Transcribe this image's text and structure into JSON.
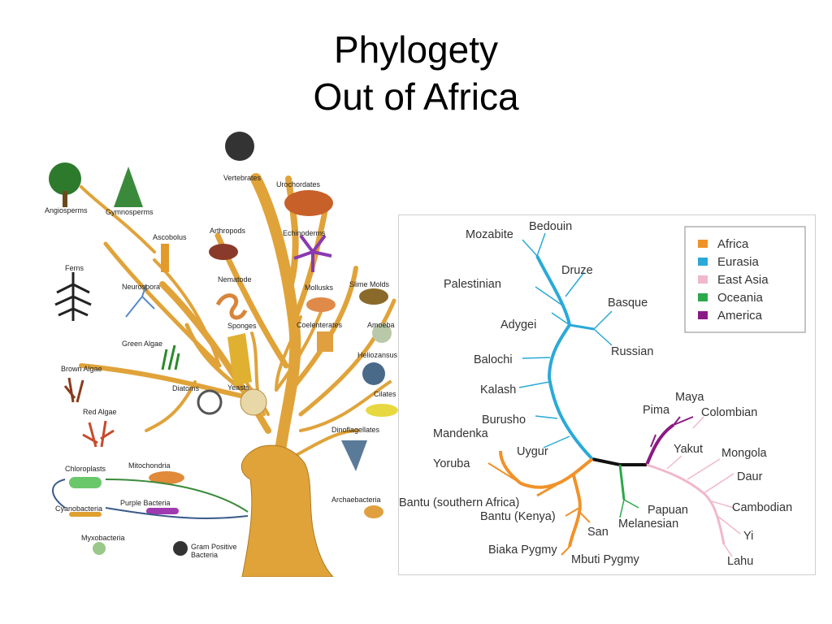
{
  "slide": {
    "title_line1": "Phylogety",
    "title_line2": "Out of Africa"
  },
  "tree_of_life": {
    "labels": {
      "vertebrates": "Vertebrates",
      "urochordates": "Urochordates",
      "angiosperms": "Angiosperms",
      "gymnosperms": "Gymnosperms",
      "ascobolus": "Ascobolus",
      "arthropods": "Arthropods",
      "echinoderms": "Echinoderms",
      "ferns": "Ferns",
      "neurospora": "Neurospora",
      "nematode": "Nematode",
      "mollusks": "Mollusks",
      "slime_molds": "Slime Molds",
      "sponges": "Sponges",
      "coelenterates": "Coelenterates",
      "amoeba": "Amoeba",
      "green_algae": "Green Algae",
      "heliozansus": "Heliozansus",
      "brown_algae": "Brown Algae",
      "diatoms": "Diatoms",
      "yeasts": "Yeasts",
      "cilates": "Cilates",
      "red_algae": "Red Algae",
      "dinoflagellates": "Dinoflagellates",
      "chloroplasts": "Chloroplasts",
      "mitochondria": "Mitochondria",
      "cyanobacteria": "Cyanobacteria",
      "purple_bacteria": "Purple Bacteria",
      "archaebacteria": "Archaebacteria",
      "myxobacteria": "Myxobacteria",
      "gram_positive_1": "Gram Positive",
      "gram_positive_2": "Bacteria"
    },
    "colors": {
      "trunk": "#e0a33a",
      "trunk_edge": "#b07a20"
    }
  },
  "human_phylogeny": {
    "legend": [
      {
        "label": "Africa",
        "color": "#f0922a"
      },
      {
        "label": "Eurasia",
        "color": "#2aa9d8"
      },
      {
        "label": "East Asia",
        "color": "#f0b8cc"
      },
      {
        "label": "Oceania",
        "color": "#2ca84a"
      },
      {
        "label": "America",
        "color": "#8a1a84"
      }
    ],
    "populations": {
      "mozabite": "Mozabite",
      "bedouin": "Bedouin",
      "druze": "Druze",
      "palestinian": "Palestinian",
      "basque": "Basque",
      "adygei": "Adygei",
      "russian": "Russian",
      "balochi": "Balochi",
      "kalash": "Kalash",
      "burusho": "Burusho",
      "mandenka": "Mandenka",
      "uygur": "Uygur",
      "yoruba": "Yoruba",
      "bantu_south": "Bantu (southern Africa)",
      "bantu_kenya": "Bantu (Kenya)",
      "san": "San",
      "biaka": "Biaka Pygmy",
      "mbuti": "Mbuti Pygmy",
      "maya": "Maya",
      "pima": "Pima",
      "colombian": "Colombian",
      "yakut": "Yakut",
      "mongola": "Mongola",
      "daur": "Daur",
      "papuan": "Papuan",
      "melanesian": "Melanesian",
      "cambodian": "Cambodian",
      "yi": "Yi",
      "lahu": "Lahu"
    },
    "root_color": "#111111"
  }
}
